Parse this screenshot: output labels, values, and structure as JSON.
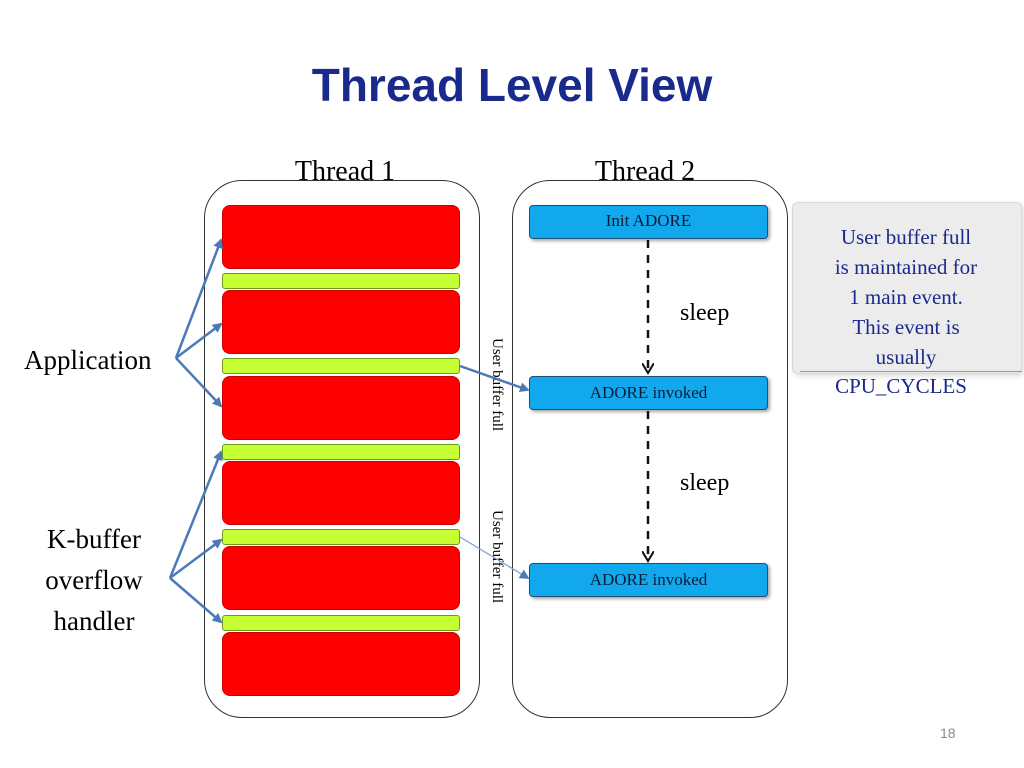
{
  "title": "Thread Level View",
  "thread1_label": "Thread 1",
  "thread2_label": "Thread 2",
  "thread2_events": {
    "init": "Init ADORE",
    "invoke1": "ADORE invoked",
    "invoke2": "ADORE invoked"
  },
  "sleep_labels": [
    "sleep",
    "sleep"
  ],
  "vertical_labels": [
    "User buffer full",
    "User buffer full"
  ],
  "side_labels": {
    "application": "Application",
    "kbuffer_lines": [
      "K-buffer",
      "overflow",
      "handler"
    ]
  },
  "note": {
    "lines": [
      "User buffer full",
      "is maintained for",
      "1 main event.",
      "This event is",
      "usually"
    ],
    "tail": "CPU_CYCLES"
  },
  "page_number": "18",
  "colors": {
    "title": "#1a2a8c",
    "application_block": "#ff0000",
    "handler_band": "#c6ff33",
    "event_box": "#12a8ee",
    "arrow": "#4a7ab8"
  }
}
